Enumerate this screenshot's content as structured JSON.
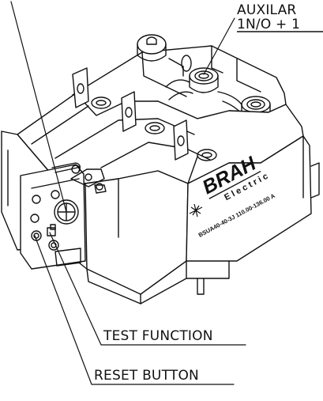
{
  "callouts": {
    "auxiliary_line1": "AUXILAR",
    "auxiliary_line2": "1N/O + 1",
    "test_function": "TEST FUNCTION",
    "reset_button": "RESET BUTTON"
  },
  "product": {
    "brand": "BRAH",
    "sub_brand": "Electric",
    "model_text": "BSUA40-40-3J 110.00-136.00 A"
  },
  "colors": {
    "line": "#111111",
    "background": "#ffffff"
  }
}
